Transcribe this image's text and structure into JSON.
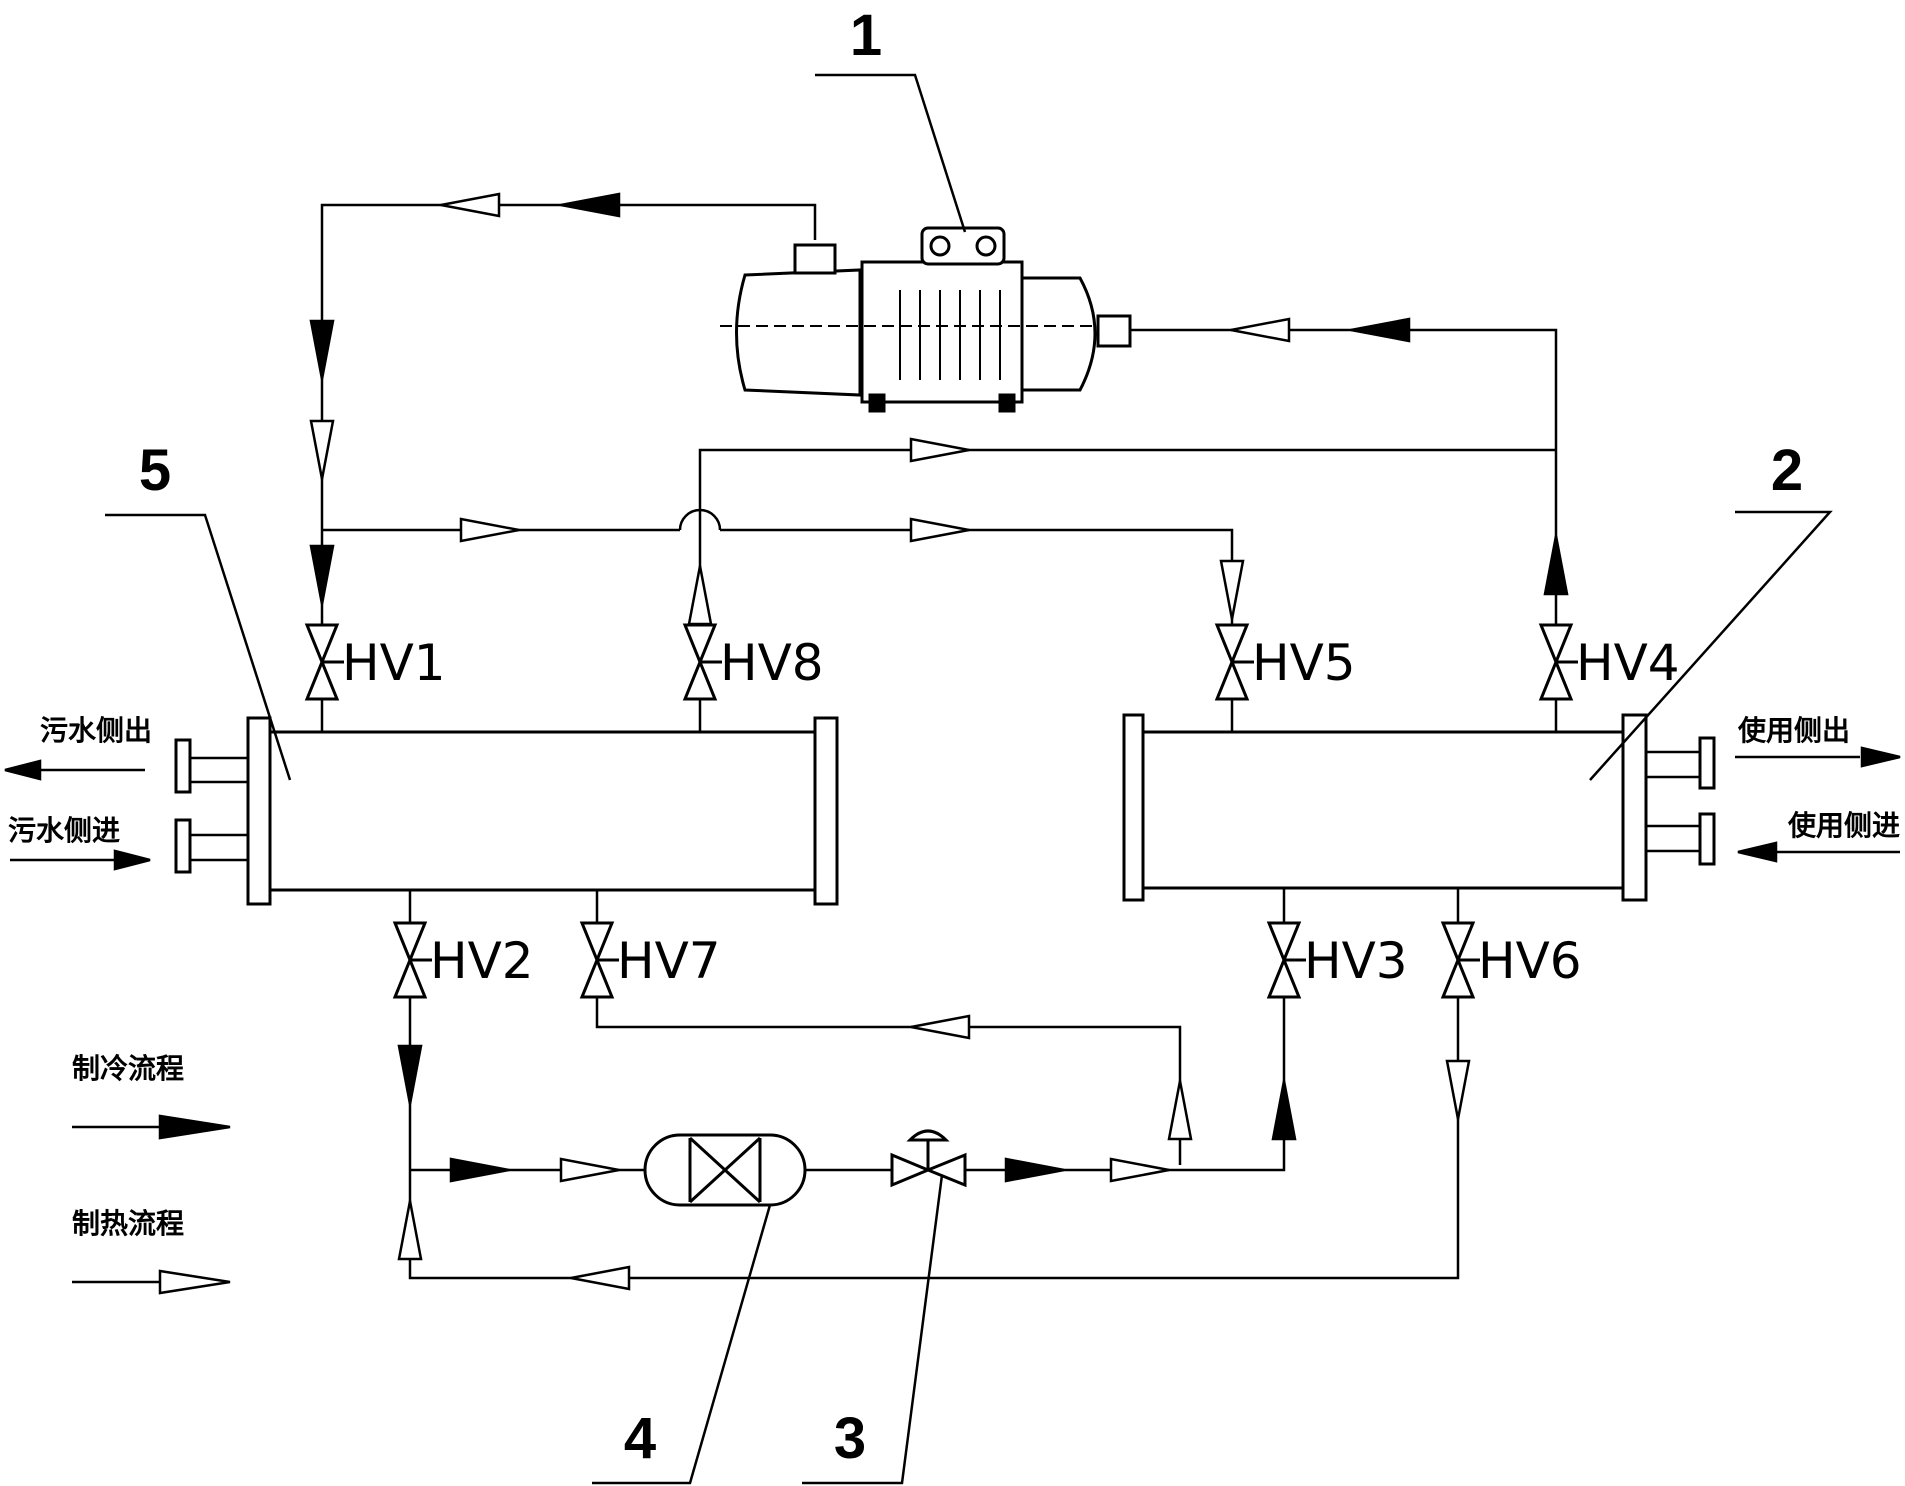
{
  "diagram": {
    "component_numbers": [
      "1",
      "2",
      "3",
      "4",
      "5"
    ],
    "valves": [
      "HV1",
      "HV2",
      "HV3",
      "HV4",
      "HV5",
      "HV6",
      "HV7",
      "HV8"
    ],
    "ports": {
      "sewage_out": "污水侧出",
      "sewage_in": "污水侧进",
      "use_out": "使用侧出",
      "use_in": "使用侧进"
    },
    "legend": {
      "cooling": "制冷流程",
      "heating": "制热流程"
    },
    "colors": {
      "line": "#000000",
      "background": "#ffffff"
    }
  }
}
